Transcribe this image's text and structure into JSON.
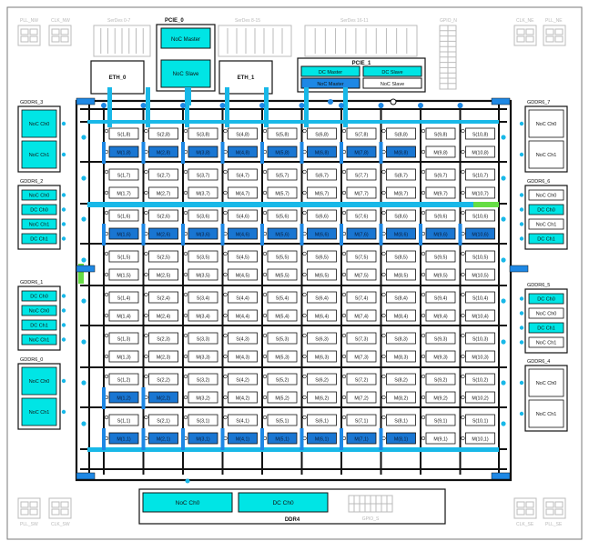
{
  "colors": {
    "cyan": "#00E5E5",
    "blue": "#1E88E5",
    "active": "#1976D2",
    "dark": "#111111",
    "light_text": "#b8b8b8",
    "green": "#66DD44"
  },
  "corners": {
    "pll_nw": "PLL_NW",
    "clk_nw": "CLK_NW",
    "clk_ne": "CLK_NE",
    "pll_ne": "PLL_NE",
    "pll_sw": "PLL_SW",
    "clk_sw": "CLK_SW",
    "clk_se": "CLK_SE",
    "pll_se": "PLL_SE"
  },
  "top": {
    "serdes_a": "SerDes 0-7",
    "serdes_b": "SerDes 8-15",
    "serdes_c": "SerDes 16-11",
    "gpio_n": "GPIO_N",
    "gpio_s": "GPIO_S",
    "pcie0": {
      "title": "PCIE_0",
      "master": "NoC Master",
      "slave": "NoC Slave"
    },
    "eth0": "ETH_0",
    "eth1": "ETH_1",
    "pcie1": {
      "title": "PCIE_1",
      "dc_master": "DC Master",
      "dc_slave": "DC Slave",
      "noc_master": "NoC Master",
      "noc_slave": "NoC Slave"
    }
  },
  "gddr_left": [
    {
      "title": "GDDR6_3",
      "items": [
        {
          "label": "NoC Ch0",
          "fill": "cyan"
        },
        {
          "label": "NoC Ch1",
          "fill": "cyan"
        }
      ]
    },
    {
      "title": "GDDR6_2",
      "items": [
        {
          "label": "NoC Ch0",
          "fill": "cyan"
        },
        {
          "label": "DC Ch0",
          "fill": "cyan"
        },
        {
          "label": "NoC Ch1",
          "fill": "cyan"
        },
        {
          "label": "DC Ch1",
          "fill": "cyan"
        }
      ]
    },
    {
      "title": "GDDR6_1",
      "items": [
        {
          "label": "DC Ch0",
          "fill": "cyan"
        },
        {
          "label": "NoC Ch0",
          "fill": "cyan"
        },
        {
          "label": "DC Ch1",
          "fill": "cyan"
        },
        {
          "label": "NoC Ch1",
          "fill": "cyan"
        }
      ]
    },
    {
      "title": "GDDR6_0",
      "items": [
        {
          "label": "NoC Ch0",
          "fill": "cyan"
        },
        {
          "label": "NoC Ch1",
          "fill": "cyan"
        }
      ]
    }
  ],
  "gddr_right": [
    {
      "title": "GDDR6_7",
      "items": [
        {
          "label": "NoC Ch0",
          "fill": "white"
        },
        {
          "label": "NoC Ch1",
          "fill": "white"
        }
      ]
    },
    {
      "title": "GDDR6_6",
      "items": [
        {
          "label": "NoC Ch0",
          "fill": "white"
        },
        {
          "label": "DC Ch0",
          "fill": "cyan"
        },
        {
          "label": "NoC Ch1",
          "fill": "white"
        },
        {
          "label": "DC Ch1",
          "fill": "cyan"
        }
      ]
    },
    {
      "title": "GDDR6_5",
      "items": [
        {
          "label": "DC Ch0",
          "fill": "cyan"
        },
        {
          "label": "NoC Ch0",
          "fill": "white"
        },
        {
          "label": "DC Ch1",
          "fill": "cyan"
        },
        {
          "label": "NoC Ch1",
          "fill": "white"
        }
      ]
    },
    {
      "title": "GDDR6_4",
      "items": [
        {
          "label": "NoC Ch0",
          "fill": "white"
        },
        {
          "label": "NoC Ch1",
          "fill": "white"
        }
      ]
    }
  ],
  "ddr4": {
    "title": "DDR4",
    "ch0": "NoC Ch0",
    "ch1": "DC Ch0"
  },
  "grid": {
    "columns": 10,
    "rows": [
      8,
      7,
      6,
      5,
      4,
      3,
      2,
      1
    ],
    "slave_prefix": "S",
    "master_prefix": "M",
    "active_masters": [
      {
        "row": 8,
        "cols": [
          1,
          2,
          3,
          4,
          5,
          6,
          7,
          8
        ]
      },
      {
        "row": 6,
        "cols": [
          1,
          2,
          3,
          4,
          5,
          6,
          7,
          8,
          9,
          10
        ]
      },
      {
        "row": 1,
        "cols": [
          1,
          2,
          3,
          4,
          5,
          6,
          7,
          8
        ]
      },
      {
        "row": 2,
        "cols": [
          1,
          2
        ]
      }
    ],
    "dim_masters": [
      {
        "row": 1,
        "cols": [
          9,
          10
        ]
      }
    ]
  }
}
